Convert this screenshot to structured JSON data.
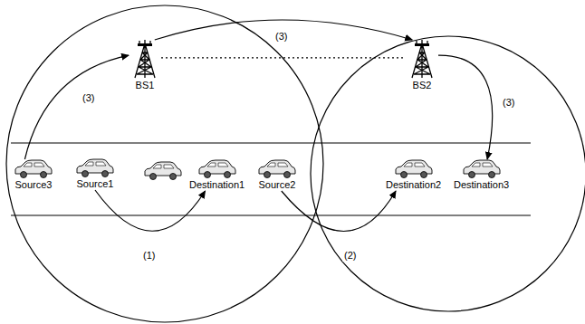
{
  "diagram": {
    "nodes": [
      {
        "text": [
          "BS1"
        ]
      },
      {
        "text": [
          "BS2"
        ]
      },
      {
        "text": [
          "Source3"
        ]
      },
      {
        "text": [
          "Source1"
        ]
      },
      {
        "text": [
          "Destination1"
        ]
      },
      {
        "text": [
          "Source2"
        ]
      },
      {
        "text": [
          "Destination2"
        ]
      },
      {
        "text": [
          "Destination3"
        ]
      }
    ],
    "edges": [
      {
        "from": 3,
        "to": 4,
        "arrow": "to",
        "label": "(1)"
      },
      {
        "from": 5,
        "to": 6,
        "arrow": "to",
        "label": "(2)"
      },
      {
        "from": 2,
        "to": 0,
        "arrow": "to",
        "label": "(3)"
      },
      {
        "from": 0,
        "to": 1,
        "arrow": "to",
        "label": "(3)"
      },
      {
        "from": 1,
        "to": 7,
        "arrow": "to",
        "label": "(3)"
      },
      {
        "from": 0,
        "to": 1,
        "arrow": "none"
      }
    ]
  }
}
